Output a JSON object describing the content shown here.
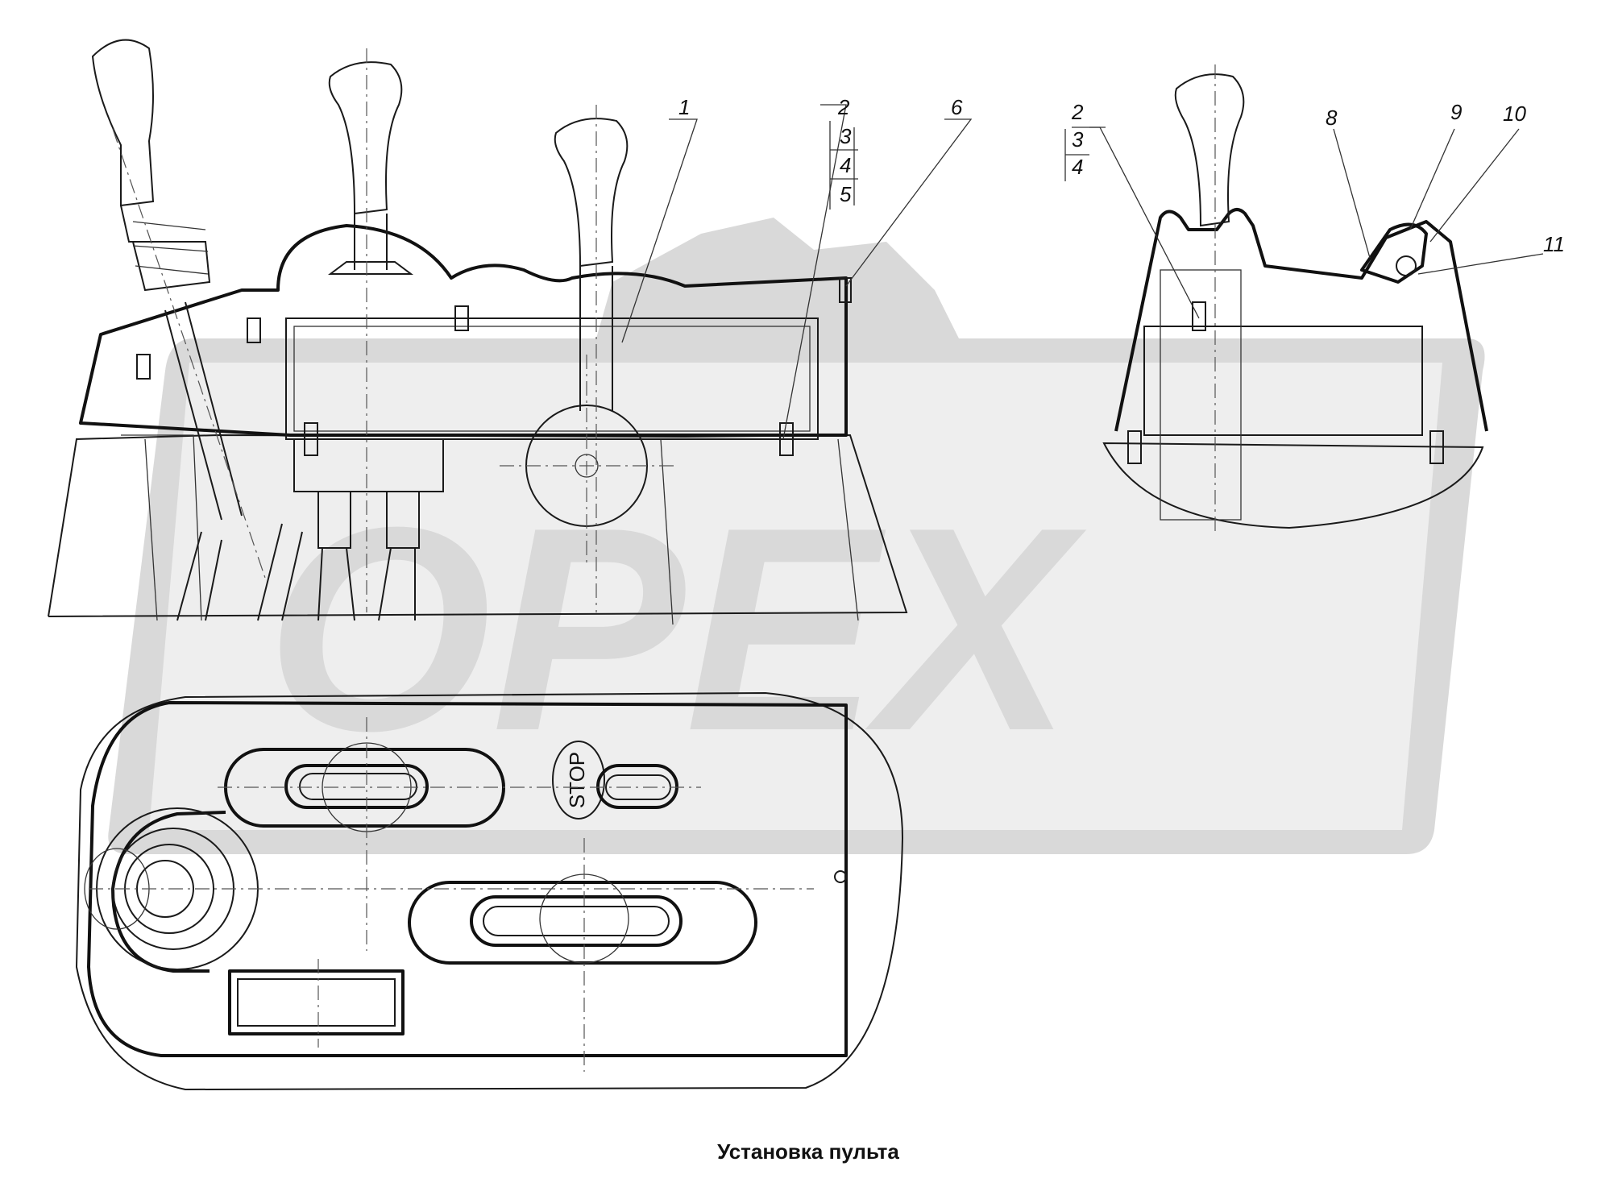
{
  "watermark": {
    "text": "OPEX",
    "color": "#d9d9d9"
  },
  "caption": "Установка пульта",
  "stop_label": "STOP",
  "callouts": {
    "c1": "1",
    "group_a": [
      "2",
      "3",
      "4",
      "5"
    ],
    "c6": "6",
    "group_b": [
      "2",
      "3",
      "4"
    ],
    "c8": "8",
    "c9": "9",
    "c10": "10",
    "c11": "11"
  }
}
